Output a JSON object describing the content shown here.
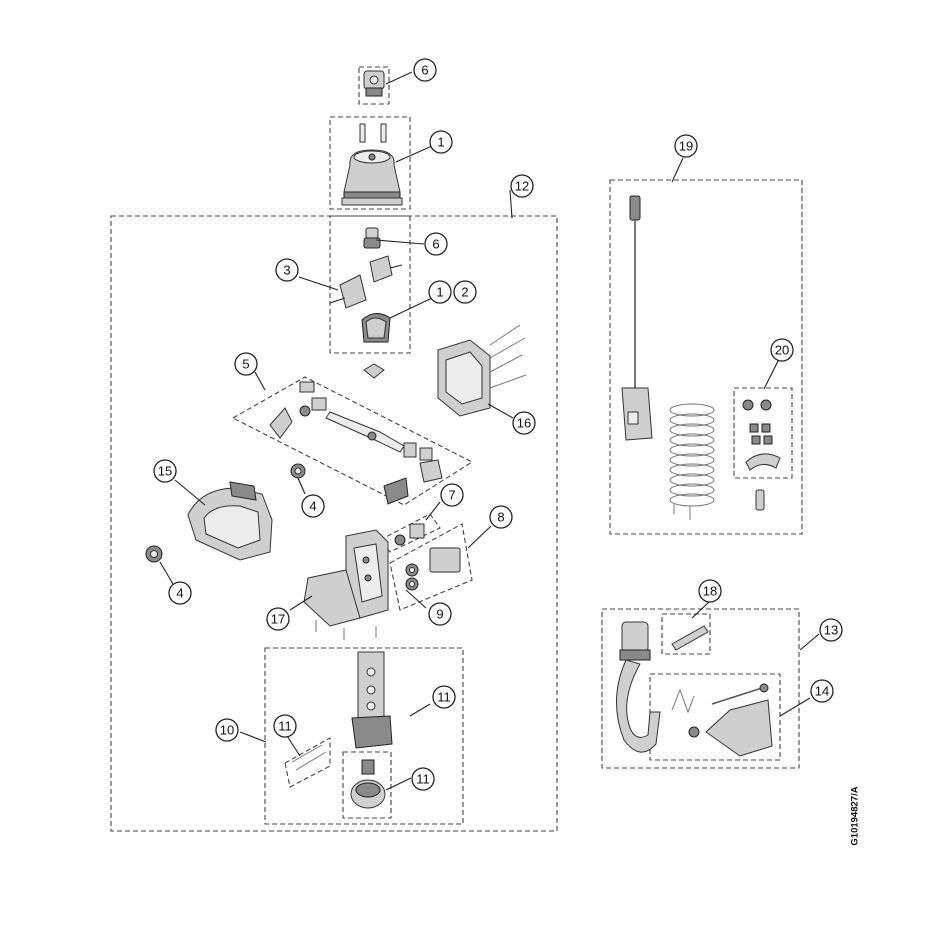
{
  "figure_id": "G10194827/A",
  "callouts": {
    "c1_top": "1",
    "c1_mid": "1",
    "c2": "2",
    "c3": "3",
    "c4_upper": "4",
    "c4_lower": "4",
    "c5": "5",
    "c6_top": "6",
    "c6_mid": "6",
    "c7": "7",
    "c8": "8",
    "c9": "9",
    "c10": "10",
    "c11_right": "11",
    "c11_left": "11",
    "c11_bottom": "11",
    "c12": "12",
    "c13": "13",
    "c14": "14",
    "c15": "15",
    "c16": "16",
    "c17": "17",
    "c18": "18",
    "c19": "19",
    "c20": "20"
  }
}
